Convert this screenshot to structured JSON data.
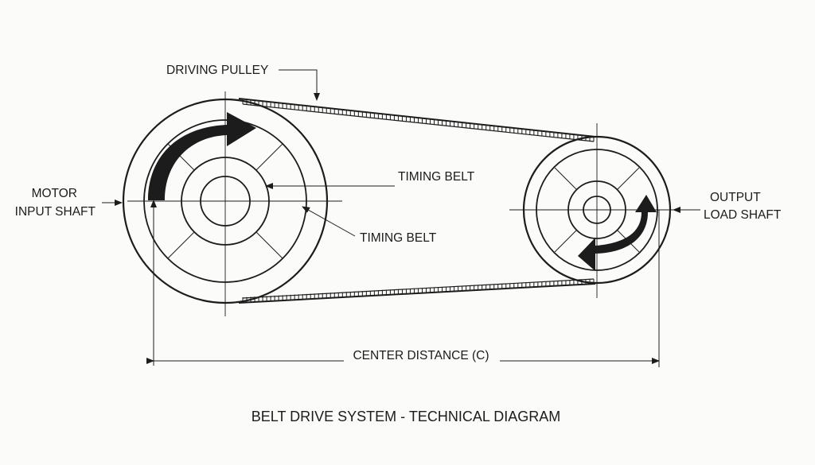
{
  "labels": {
    "driving_pulley": "DRIVING PULLEY",
    "timing_belt_upper": "TIMING BELT",
    "timing_belt_lower": "TIMING BELT",
    "motor_line1": "MOTOR",
    "motor_line2": "INPUT SHAFT",
    "output_line1": "OUTPUT",
    "output_line2": "LOAD SHAFT",
    "center_distance": "CENTER DISTANCE (C)",
    "title": "BELT DRIVE SYSTEM - TECHNICAL DIAGRAM"
  },
  "colors": {
    "ink": "#1c1c1c",
    "background": "#fbfbfa"
  },
  "icons": {
    "driving_rotation": "curved-arrow-clockwise-icon",
    "driven_rotation": "curved-arrow-counterclockwise-icon"
  }
}
